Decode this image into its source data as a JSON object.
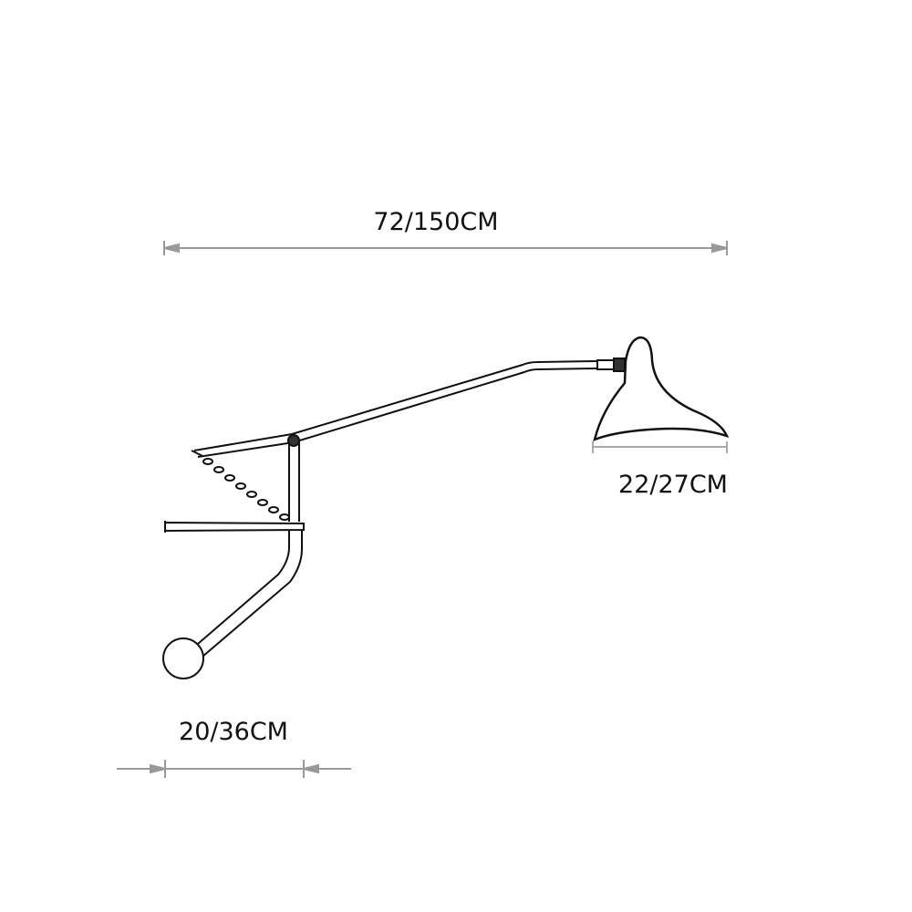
{
  "dimensions": {
    "overall_length": "72/150CM",
    "shade_diameter": "22/27CM",
    "wall_arm_reach": "20/36CM"
  },
  "colors": {
    "line": "#111111",
    "dimension_line": "#999999"
  }
}
